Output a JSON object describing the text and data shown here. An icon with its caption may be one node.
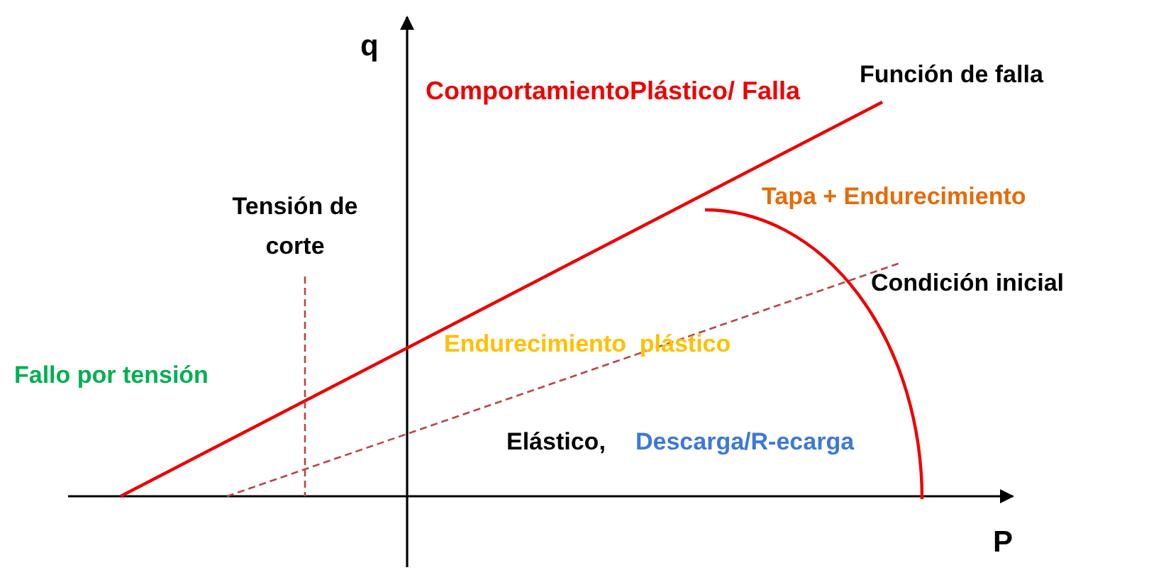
{
  "diagram": {
    "labels": [
      "q",
      "ComportamientoPlástico/ Falla",
      "Función de falla",
      "Tensión de corte",
      "Tapa + Endurecimiento",
      "Condición inicial",
      "Endurecimiento  plástico",
      "Fallo por tensión",
      "Elástico,",
      "Descarga/R-ecarga",
      "P"
    ]
  }
}
